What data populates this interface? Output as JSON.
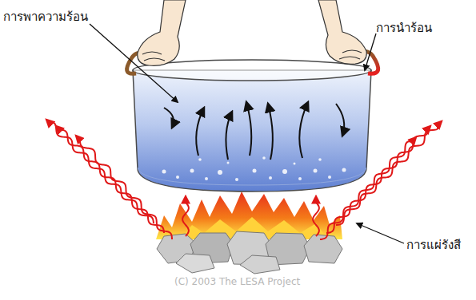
{
  "diagram": {
    "labels": [
      "การพาความร้อน",
      "การนำร้อน",
      "การแผ่รังสี",
      "(C) 2003 The LESA Project"
    ]
  }
}
